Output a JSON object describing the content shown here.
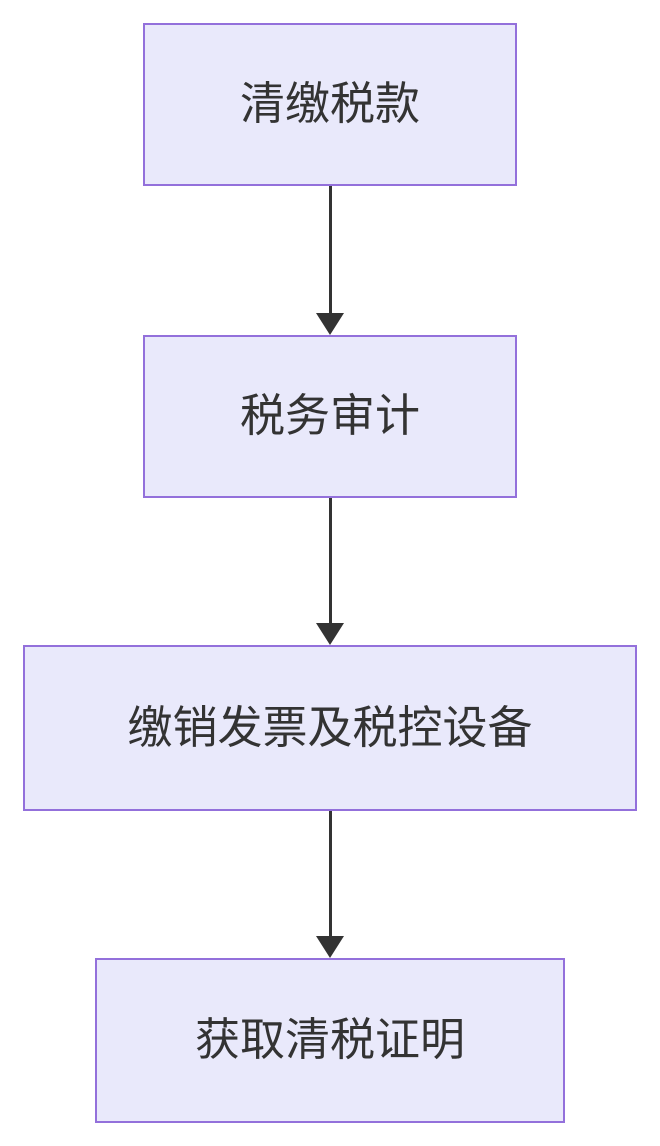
{
  "diagram": {
    "type": "flowchart",
    "direction": "top-down",
    "colors": {
      "background": "#ffffff",
      "node_fill": "#e9e9fb",
      "node_border": "#9370db",
      "node_text": "#333333",
      "arrow": "#333333"
    },
    "nodes": [
      {
        "id": "pay-taxes",
        "label": "清缴税款"
      },
      {
        "id": "tax-audit",
        "label": "税务审计"
      },
      {
        "id": "cancel-invoices-equipment",
        "label": "缴销发票及税控设备"
      },
      {
        "id": "obtain-tax-clearance",
        "label": "获取清税证明"
      }
    ],
    "edges": [
      {
        "from": "pay-taxes",
        "to": "tax-audit"
      },
      {
        "from": "tax-audit",
        "to": "cancel-invoices-equipment"
      },
      {
        "from": "cancel-invoices-equipment",
        "to": "obtain-tax-clearance"
      }
    ]
  }
}
